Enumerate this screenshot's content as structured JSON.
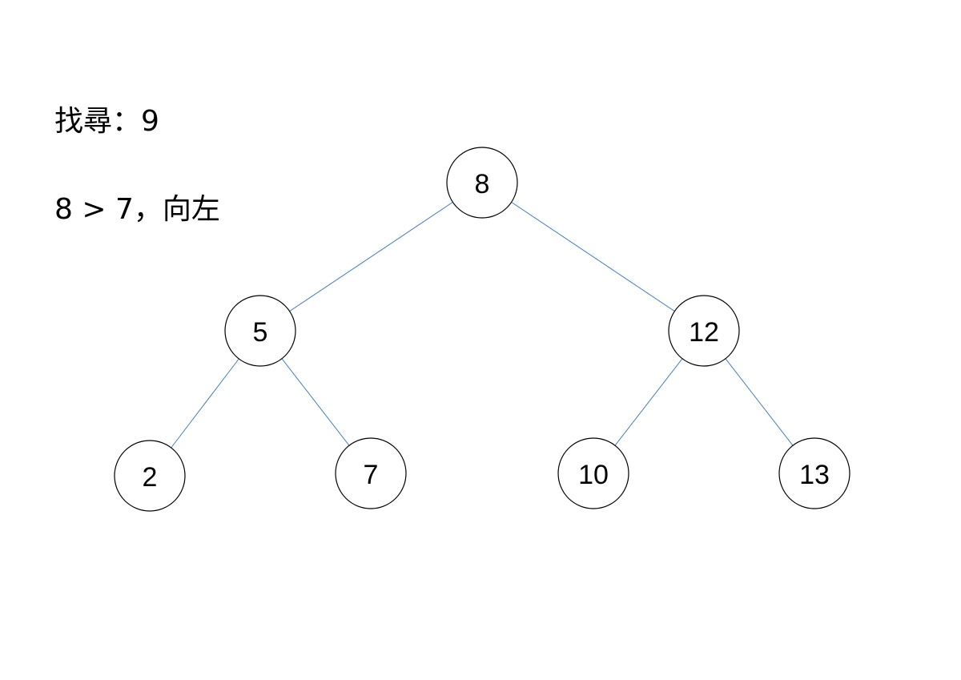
{
  "captions": {
    "search": "找尋：9",
    "step": "8 > 7，向左"
  },
  "colors": {
    "edge": "#4a7ebb",
    "node_stroke": "#000000",
    "node_fill": "#ffffff",
    "text": "#000000"
  },
  "tree": {
    "nodes": [
      {
        "id": "n8",
        "label": "8",
        "level": 0
      },
      {
        "id": "n5",
        "label": "5",
        "level": 1
      },
      {
        "id": "n12",
        "label": "12",
        "level": 1
      },
      {
        "id": "n2",
        "label": "2",
        "level": 2
      },
      {
        "id": "n7",
        "label": "7",
        "level": 2
      },
      {
        "id": "n10",
        "label": "10",
        "level": 2
      },
      {
        "id": "n13",
        "label": "13",
        "level": 2
      }
    ],
    "edges": [
      {
        "from": "n8",
        "to": "n5"
      },
      {
        "from": "n8",
        "to": "n12"
      },
      {
        "from": "n5",
        "to": "n2"
      },
      {
        "from": "n5",
        "to": "n7"
      },
      {
        "from": "n12",
        "to": "n10"
      },
      {
        "from": "n12",
        "to": "n13"
      }
    ]
  }
}
